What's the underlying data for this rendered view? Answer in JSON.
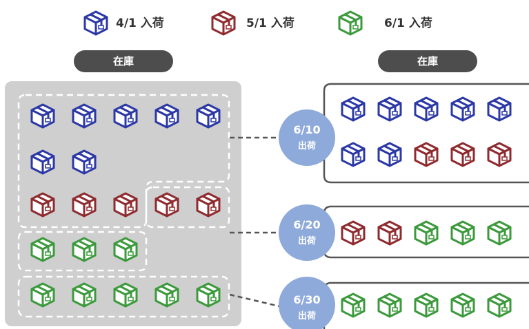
{
  "legend": [
    {
      "label": "4/1 入荷",
      "color": "#2b38a6"
    },
    {
      "label": "5/1 入荷",
      "color": "#8f2b2f"
    },
    {
      "label": "6/1 入荷",
      "color": "#3c9a3c"
    }
  ],
  "stock_label_left": "在庫",
  "stock_label_right": "在庫",
  "inventory_rows": [
    [
      "blue",
      "blue",
      "blue",
      "blue",
      "blue"
    ],
    [
      "blue",
      "blue"
    ],
    [
      "red",
      "red",
      "red",
      "red",
      "red"
    ],
    [
      "green",
      "green",
      "green"
    ],
    [
      "green",
      "green",
      "green",
      "green",
      "green"
    ]
  ],
  "shipments": [
    {
      "date": "6/10",
      "label": "出荷",
      "rows": [
        [
          "blue",
          "blue",
          "blue",
          "blue",
          "blue"
        ],
        [
          "blue",
          "blue",
          "red",
          "red",
          "red"
        ]
      ]
    },
    {
      "date": "6/20",
      "label": "出荷",
      "rows": [
        [
          "red",
          "red",
          "green",
          "green",
          "green"
        ]
      ]
    },
    {
      "date": "6/30",
      "label": "出荷",
      "rows": [
        [
          "green",
          "green",
          "green",
          "green",
          "green"
        ]
      ]
    }
  ],
  "colors": {
    "blue": "#2b38a6",
    "red": "#8f2b2f",
    "green": "#3c9a3c",
    "pill": "#4d4d4d",
    "panel": "#cfcfcf",
    "circle": "#8eaadb"
  }
}
